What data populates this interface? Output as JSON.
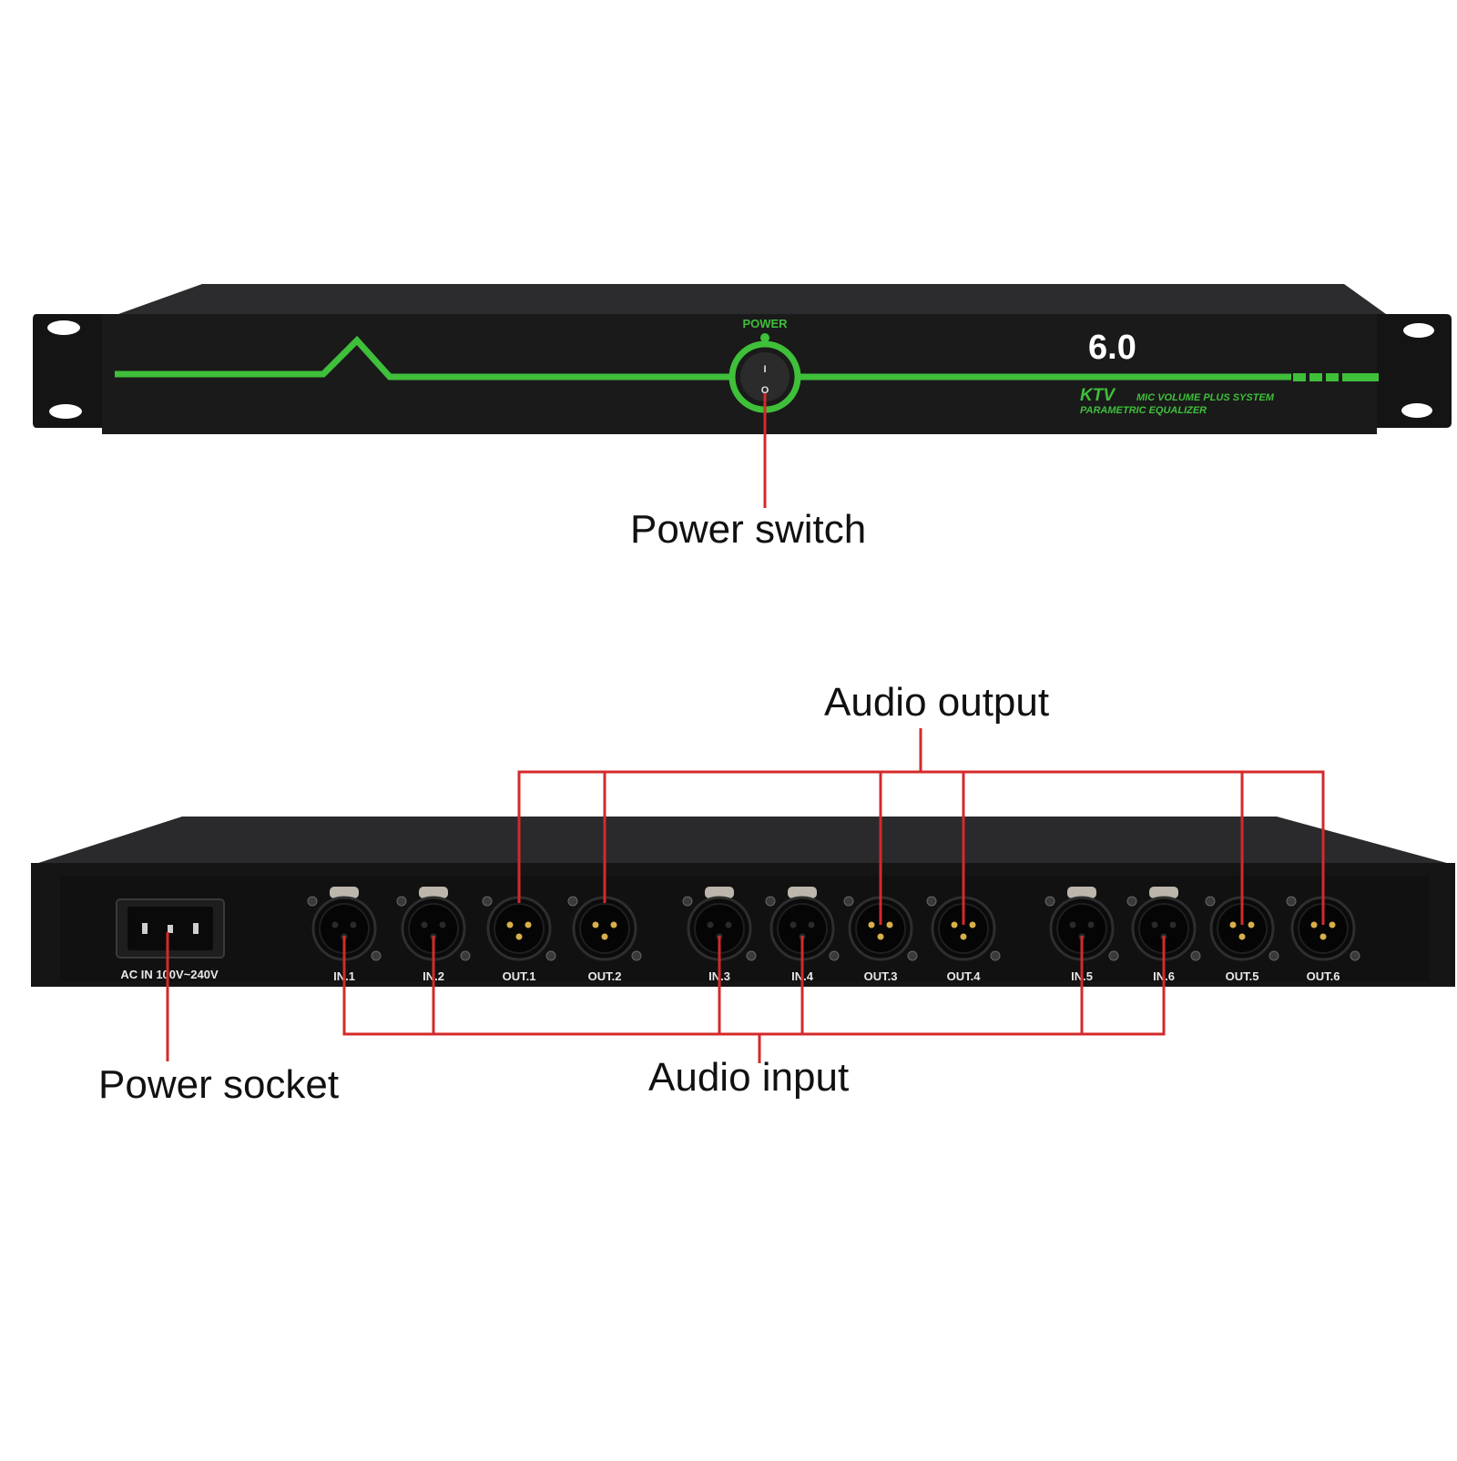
{
  "front_panel": {
    "power_label": "POWER",
    "switch_on_glyph": "I",
    "switch_off_glyph": "O",
    "model": "6.0",
    "brand": "KTV",
    "tagline": "MIC VOLUME PLUS SYSTEM",
    "subtitle": "PARAMETRIC EQUALIZER",
    "accent_color": "#3fbf3a"
  },
  "rear_panel": {
    "power_input_label": "AC IN 100V~240V",
    "ports": [
      {
        "label": "IN.1",
        "kind": "female"
      },
      {
        "label": "IN.2",
        "kind": "female"
      },
      {
        "label": "OUT.1",
        "kind": "male"
      },
      {
        "label": "OUT.2",
        "kind": "male"
      },
      {
        "label": "IN.3",
        "kind": "female"
      },
      {
        "label": "IN.4",
        "kind": "female"
      },
      {
        "label": "OUT.3",
        "kind": "male"
      },
      {
        "label": "OUT.4",
        "kind": "male"
      },
      {
        "label": "IN.5",
        "kind": "female"
      },
      {
        "label": "IN.6",
        "kind": "female"
      },
      {
        "label": "OUT.5",
        "kind": "male"
      },
      {
        "label": "OUT.6",
        "kind": "male"
      }
    ]
  },
  "callouts": {
    "power_switch": "Power switch",
    "audio_output": "Audio output",
    "power_socket": "Power socket",
    "audio_input": "Audio input",
    "line_color": "#d42a2a"
  },
  "icons": {
    "switch": "rocker-switch-icon",
    "socket": "iec-power-socket-icon",
    "female_xlr": "xlr-female-icon",
    "male_xlr": "xlr-male-icon"
  }
}
